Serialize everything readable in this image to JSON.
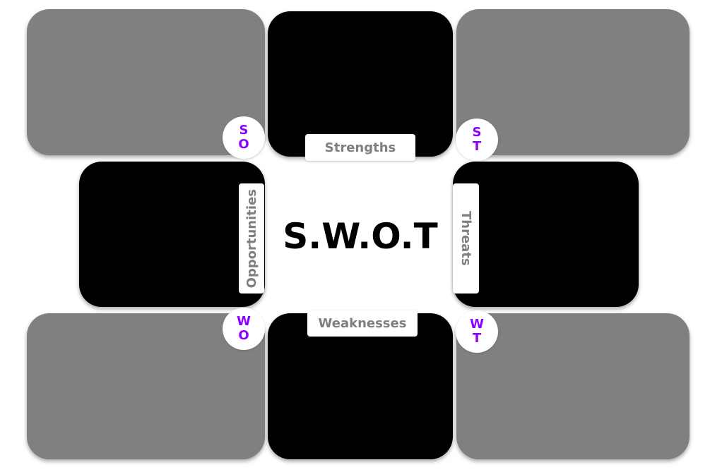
{
  "colors": {
    "outer": "#808080",
    "inner": "#000000",
    "accent": "#8b00ff",
    "tab_text": "#7f7f7f"
  },
  "center": {
    "title": "S.W.O.T"
  },
  "tabs": {
    "strengths": "Strengths",
    "weaknesses": "Weaknesses",
    "opportunities": "Opportunities",
    "threats": "Threats"
  },
  "corners": {
    "so": [
      "S",
      "O"
    ],
    "st": [
      "S",
      "T"
    ],
    "wo": [
      "W",
      "O"
    ],
    "wt": [
      "W",
      "T"
    ]
  }
}
